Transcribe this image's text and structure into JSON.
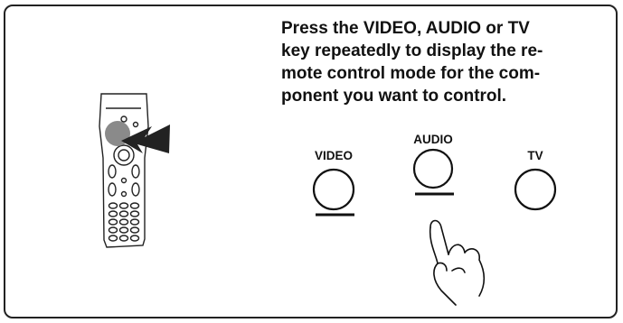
{
  "instruction": {
    "lines": [
      "Press the VIDEO, AUDIO or TV",
      "key repeatedly to display the re-",
      "mote control mode for the com-",
      "ponent you want to control."
    ]
  },
  "keys": {
    "video": "VIDEO",
    "audio": "AUDIO",
    "tv": "TV",
    "selected": "AUDIO"
  },
  "icons": {
    "remote": "remote-control-icon",
    "arrow": "pointer-arrow-icon",
    "hand": "pressing-hand-icon"
  }
}
